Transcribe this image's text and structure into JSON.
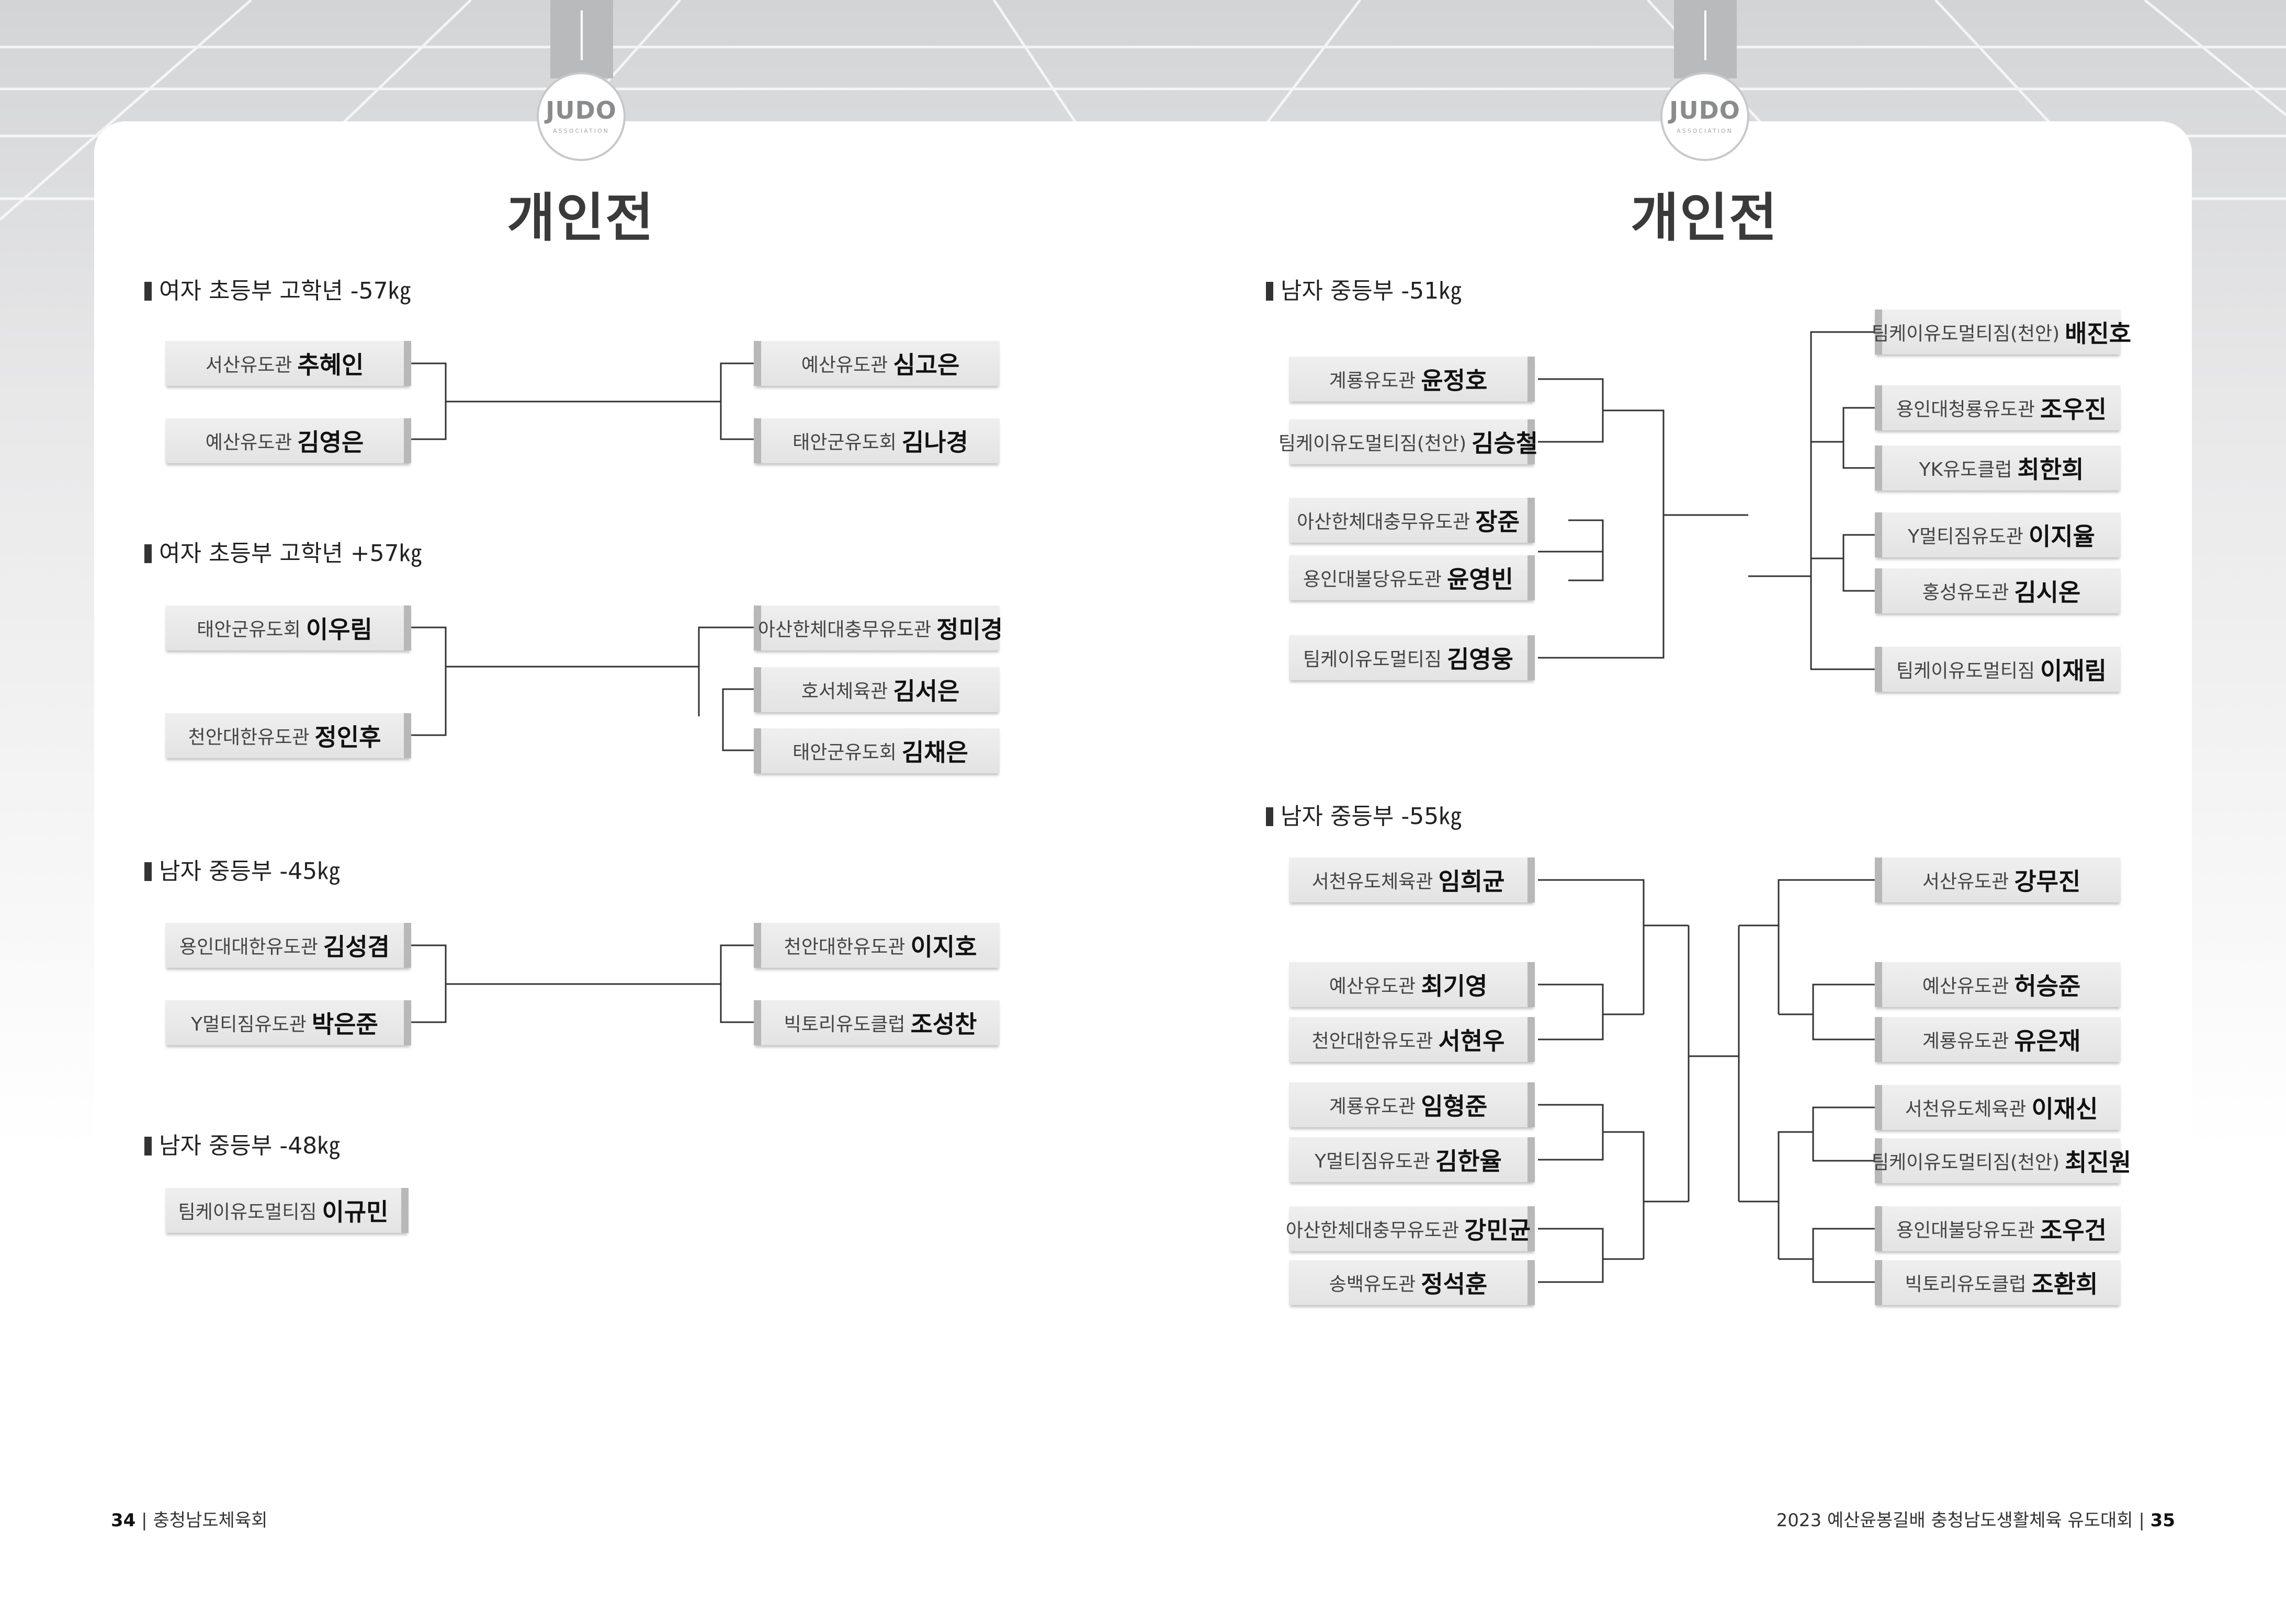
{
  "brand": {
    "logo_main": "JUDO",
    "logo_sub": "ASSOCIATION"
  },
  "left": {
    "title": "개인전",
    "sections": [
      {
        "title": "여자 초등부 고학년 -57㎏",
        "left": [
          {
            "club": "서산유도관",
            "name": "추혜인"
          },
          {
            "club": "예산유도관",
            "name": "김영은"
          }
        ],
        "right": [
          {
            "club": "예산유도관",
            "name": "심고은"
          },
          {
            "club": "태안군유도회",
            "name": "김나경"
          }
        ]
      },
      {
        "title": "여자 초등부 고학년 +57㎏",
        "left": [
          {
            "club": "태안군유도회",
            "name": "이우림"
          },
          {
            "club": "천안대한유도관",
            "name": "정인후"
          }
        ],
        "right": [
          {
            "club": "아산한체대충무유도관",
            "name": "정미경"
          },
          {
            "club": "호서체육관",
            "name": "김서은"
          },
          {
            "club": "태안군유도회",
            "name": "김채은"
          }
        ]
      },
      {
        "title": "남자 중등부 -45㎏",
        "left": [
          {
            "club": "용인대대한유도관",
            "name": "김성겸"
          },
          {
            "club": "Y멀티짐유도관",
            "name": "박은준"
          }
        ],
        "right": [
          {
            "club": "천안대한유도관",
            "name": "이지호"
          },
          {
            "club": "빅토리유도클럽",
            "name": "조성찬"
          }
        ]
      },
      {
        "title": "남자 중등부 -48㎏",
        "left": [
          {
            "club": "팀케이유도멀티짐",
            "name": "이규민"
          }
        ]
      }
    ]
  },
  "right": {
    "title": "개인전",
    "sections": [
      {
        "title": "남자 중등부 -51㎏",
        "left": [
          {
            "club": "계룡유도관",
            "name": "윤정호"
          },
          {
            "club": "팀케이유도멀티짐(천안)",
            "name": "김승철"
          },
          {
            "club": "아산한체대충무유도관",
            "name": "장준"
          },
          {
            "club": "용인대불당유도관",
            "name": "윤영빈"
          },
          {
            "club": "팀케이유도멀티짐",
            "name": "김영웅"
          }
        ],
        "right": [
          {
            "club": "팀케이유도멀티짐(천안)",
            "name": "배진호"
          },
          {
            "club": "용인대청룡유도관",
            "name": "조우진"
          },
          {
            "club": "YK유도클럽",
            "name": "최한희"
          },
          {
            "club": "Y멀티짐유도관",
            "name": "이지율"
          },
          {
            "club": "홍성유도관",
            "name": "김시온"
          },
          {
            "club": "팀케이유도멀티짐",
            "name": "이재림"
          }
        ]
      },
      {
        "title": "남자 중등부 -55㎏",
        "left": [
          {
            "club": "서천유도체육관",
            "name": "임희균"
          },
          {
            "club": "예산유도관",
            "name": "최기영"
          },
          {
            "club": "천안대한유도관",
            "name": "서현우"
          },
          {
            "club": "계룡유도관",
            "name": "임형준"
          },
          {
            "club": "Y멀티짐유도관",
            "name": "김한율"
          },
          {
            "club": "아산한체대충무유도관",
            "name": "강민균"
          },
          {
            "club": "송백유도관",
            "name": "정석훈"
          }
        ],
        "right": [
          {
            "club": "서산유도관",
            "name": "강무진"
          },
          {
            "club": "예산유도관",
            "name": "허승준"
          },
          {
            "club": "계룡유도관",
            "name": "유은재"
          },
          {
            "club": "서천유도체육관",
            "name": "이재신"
          },
          {
            "club": "팀케이유도멀티짐(천안)",
            "name": "최진원"
          },
          {
            "club": "용인대불당유도관",
            "name": "조우건"
          },
          {
            "club": "빅토리유도클럽",
            "name": "조환희"
          }
        ]
      }
    ]
  },
  "footer": {
    "left_page": "34",
    "left_sep": "|",
    "left_org": "충청남도체육회",
    "right_event": "2023 예산윤봉길배 충청남도생활체육 유도대회",
    "right_sep": "|",
    "right_page": "35"
  }
}
